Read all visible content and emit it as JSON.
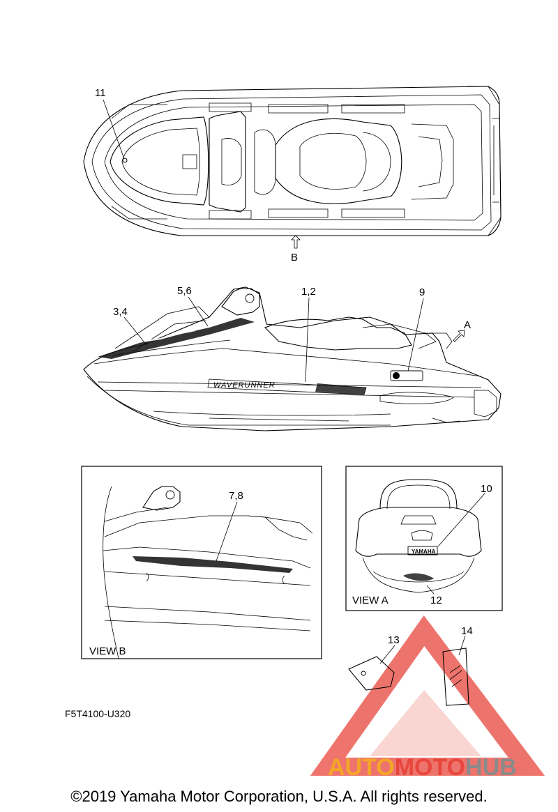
{
  "callouts": {
    "c11": "11",
    "c_b": "B",
    "c12": "1,2",
    "c34": "3,4",
    "c56": "5,6",
    "c9": "9",
    "c_a": "A",
    "c78": "7,8",
    "c10": "10",
    "c12b": "12",
    "c13": "13",
    "c14": "14"
  },
  "views": {
    "view_b": "VIEW B",
    "view_a": "VIEW A"
  },
  "decals": {
    "waverunner": "WAVERUNNER",
    "yamaha": "YAMAHA"
  },
  "part_code": "F5T4100-U320",
  "watermark": {
    "part1": "AUTO",
    "part2": "MOTO",
    "part3": "HUB"
  },
  "copyright": "©2019 Yamaha Motor Corporation, U.S.A. All rights reserved.",
  "colors": {
    "watermark_red": "#e8463c",
    "watermark_orange": "#f3a628",
    "watermark_gray": "#8a8a8a"
  }
}
